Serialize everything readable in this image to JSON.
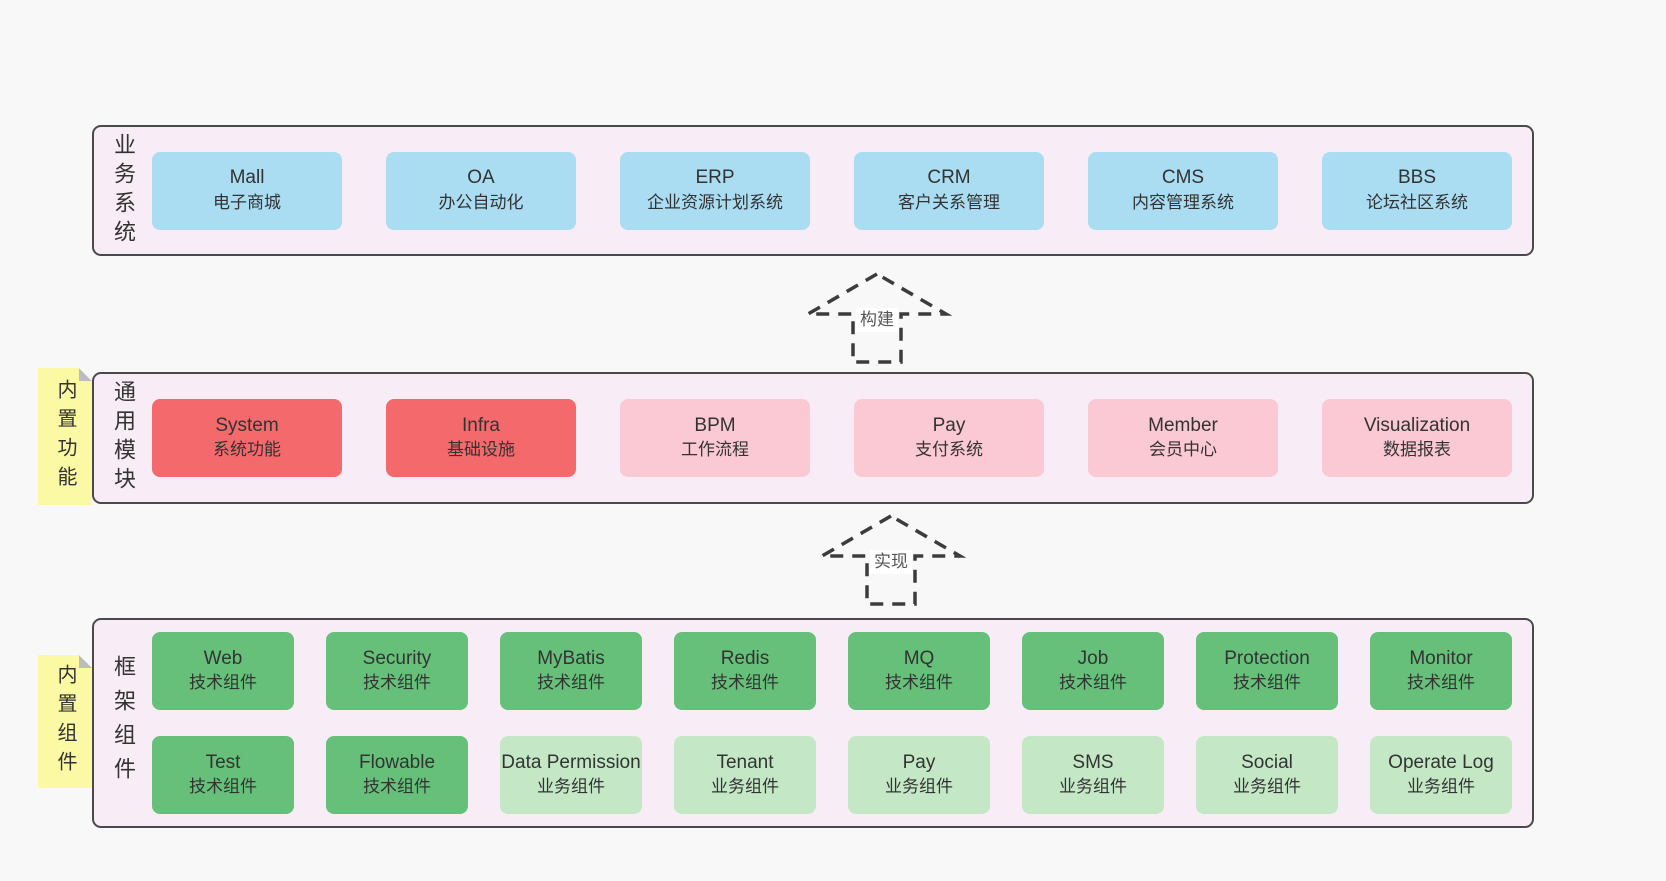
{
  "colors": {
    "page-bg": "#f8f8f8",
    "layer-bg": "#f8edf6",
    "layer-border": "#4a4a4a",
    "box-blue": "#aadcf2",
    "box-red": "#f4696b",
    "box-pink": "#fac9d3",
    "box-green": "#66c07a",
    "box-green-light": "#c4e8c6",
    "note-bg": "#fbf9a3",
    "note-fold": "#bdbdbd",
    "text": "#333333",
    "arrow-stroke": "#3c3c3c"
  },
  "arrows": [
    {
      "label": "构建"
    },
    {
      "label": "实现"
    }
  ],
  "layers": [
    {
      "label": "业务系统",
      "boxes": [
        {
          "title": "Mall",
          "subtitle": "电子商城",
          "variant": "blue"
        },
        {
          "title": "OA",
          "subtitle": "办公自动化",
          "variant": "blue"
        },
        {
          "title": "ERP",
          "subtitle": "企业资源计划系统",
          "variant": "blue"
        },
        {
          "title": "CRM",
          "subtitle": "客户关系管理",
          "variant": "blue"
        },
        {
          "title": "CMS",
          "subtitle": "内容管理系统",
          "variant": "blue"
        },
        {
          "title": "BBS",
          "subtitle": "论坛社区系统",
          "variant": "blue"
        }
      ]
    },
    {
      "label": "通用模块",
      "note": "内置功能",
      "boxes": [
        {
          "title": "System",
          "subtitle": "系统功能",
          "variant": "red"
        },
        {
          "title": "Infra",
          "subtitle": "基础设施",
          "variant": "red"
        },
        {
          "title": "BPM",
          "subtitle": "工作流程",
          "variant": "pink"
        },
        {
          "title": "Pay",
          "subtitle": "支付系统",
          "variant": "pink"
        },
        {
          "title": "Member",
          "subtitle": "会员中心",
          "variant": "pink"
        },
        {
          "title": "Visualization",
          "subtitle": "数据报表",
          "variant": "pink"
        }
      ]
    },
    {
      "label": "框架组件",
      "note": "内置组件",
      "rows": [
        [
          {
            "title": "Web",
            "subtitle": "技术组件",
            "variant": "green"
          },
          {
            "title": "Security",
            "subtitle": "技术组件",
            "variant": "green"
          },
          {
            "title": "MyBatis",
            "subtitle": "技术组件",
            "variant": "green"
          },
          {
            "title": "Redis",
            "subtitle": "技术组件",
            "variant": "green"
          },
          {
            "title": "MQ",
            "subtitle": "技术组件",
            "variant": "green"
          },
          {
            "title": "Job",
            "subtitle": "技术组件",
            "variant": "green"
          },
          {
            "title": "Protection",
            "subtitle": "技术组件",
            "variant": "green"
          },
          {
            "title": "Monitor",
            "subtitle": "技术组件",
            "variant": "green"
          }
        ],
        [
          {
            "title": "Test",
            "subtitle": "技术组件",
            "variant": "green"
          },
          {
            "title": "Flowable",
            "subtitle": "技术组件",
            "variant": "green"
          },
          {
            "title": "Data Permission",
            "subtitle": "业务组件",
            "variant": "green-light"
          },
          {
            "title": "Tenant",
            "subtitle": "业务组件",
            "variant": "green-light"
          },
          {
            "title": "Pay",
            "subtitle": "业务组件",
            "variant": "green-light"
          },
          {
            "title": "SMS",
            "subtitle": "业务组件",
            "variant": "green-light"
          },
          {
            "title": "Social",
            "subtitle": "业务组件",
            "variant": "green-light"
          },
          {
            "title": "Operate Log",
            "subtitle": "业务组件",
            "variant": "green-light"
          }
        ]
      ]
    }
  ]
}
